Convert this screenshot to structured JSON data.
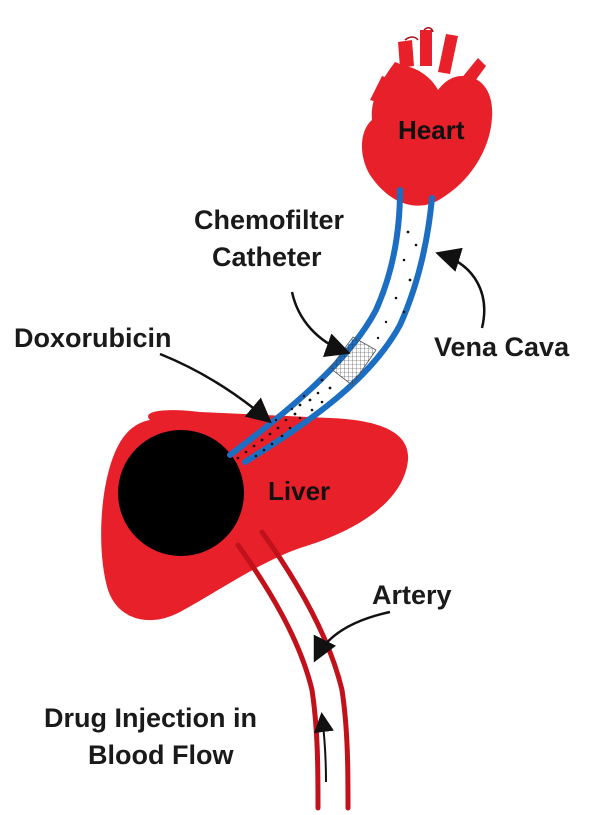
{
  "labels": {
    "heart": "Heart",
    "chemofilter_line1": "Chemofilter",
    "chemofilter_line2": "Catheter",
    "doxorubicin": "Doxorubicin",
    "vena_cava": "Vena Cava",
    "liver": "Liver",
    "artery": "Artery",
    "injection_line1": "Drug Injection in",
    "injection_line2": "Blood Flow"
  },
  "colors": {
    "organ_red": "#e8202a",
    "vessel_blue": "#1b6ec2",
    "artery_red": "#c1121c",
    "tumor": "#000000",
    "text": "#1a1a1a"
  }
}
